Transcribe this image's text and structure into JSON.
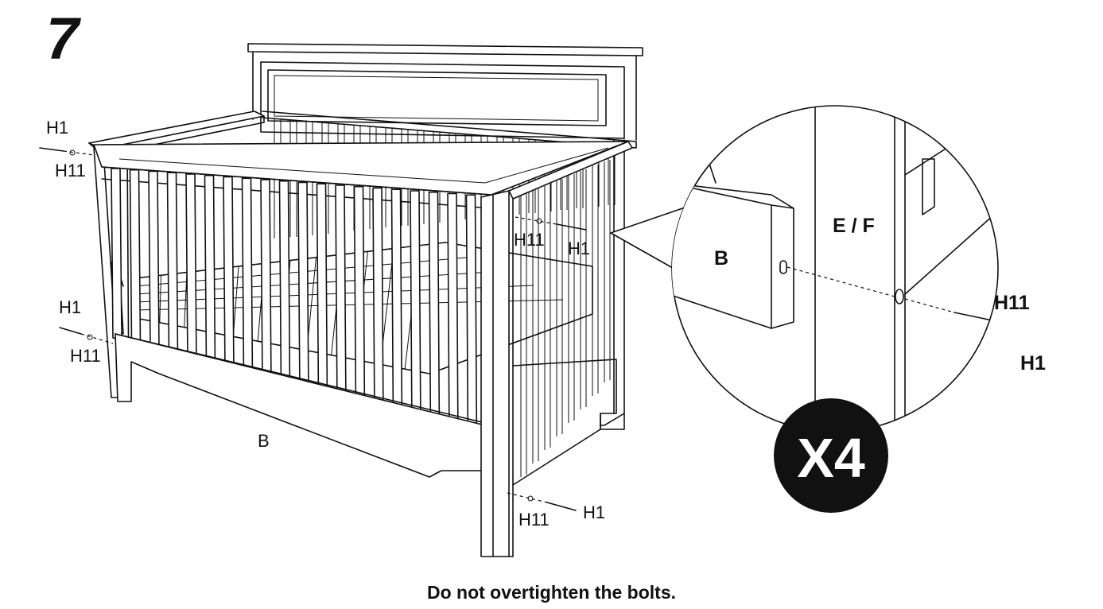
{
  "step_number": "7",
  "labels": {
    "h1_top_left": "H1",
    "h11_top_left": "H11",
    "h1_mid_left": "H1",
    "h11_mid_left": "H11",
    "h11_front_top": "H11",
    "h1_front_top": "H1",
    "h11_front_bottom": "H11",
    "h1_front_bottom": "H1",
    "part_b": "B"
  },
  "detail": {
    "part_b": "B",
    "part_ef": "E / F",
    "h11": "H11",
    "h1": "H1"
  },
  "quantity_badge": "X4",
  "instruction": "Do not overtighten the bolts.",
  "colors": {
    "ink": "#111111",
    "paper": "#ffffff",
    "badge": "#111111",
    "badge_text": "#ffffff"
  }
}
